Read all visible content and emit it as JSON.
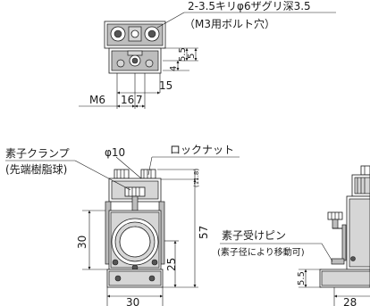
{
  "top_view": {
    "hole_note_line1": "2-3.5キリφ6ザグリ深3.5",
    "hole_note_line2": "（M3用ボルト穴）",
    "thread_label": "M6",
    "dim_16": "16",
    "dim_7": "7",
    "dim_15": "15",
    "dim_4": "4",
    "dim_5_5": "5.5",
    "dim_5": "5"
  },
  "front_view": {
    "clamp_label_line1": "素子クランプ",
    "clamp_label_line2": "(先端樹脂球)",
    "diameter_label": "φ10",
    "locknut_label": "ロックナット",
    "dim_11_8": "(11.8)",
    "dim_57": "57",
    "dim_30_height": "30",
    "dim_25": "25",
    "dim_30_width": "30"
  },
  "side_view": {
    "pin_label_line1": "素子受けピン",
    "pin_label_line2": "(素子径により移動可)",
    "dim_5_5": "5.5",
    "dim_28": "28"
  }
}
